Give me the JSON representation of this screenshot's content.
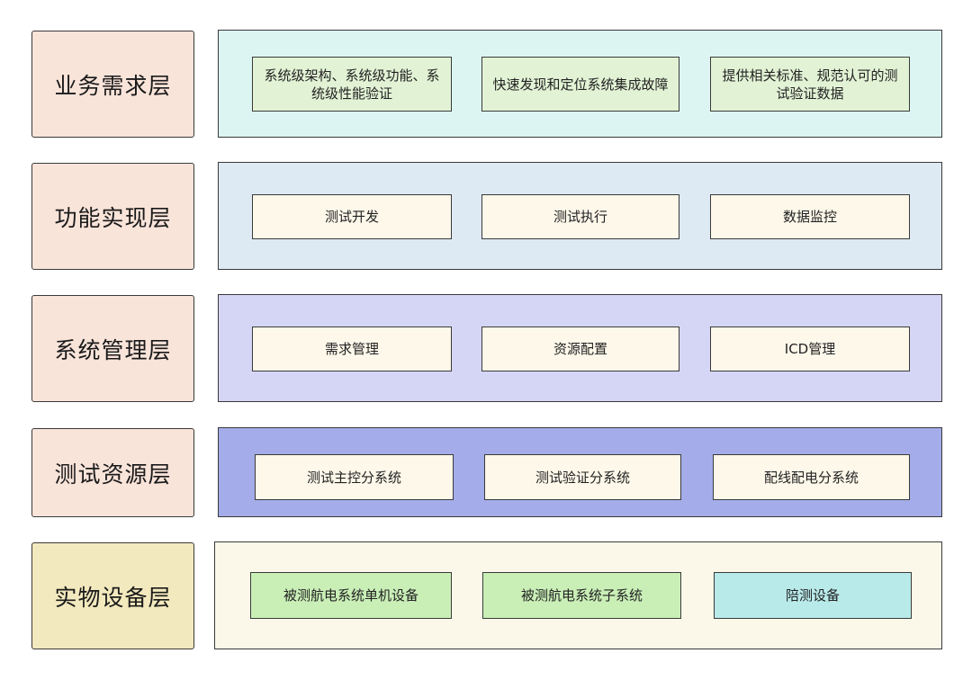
{
  "colors": {
    "label_peach": "#f9e4da",
    "label_yellow": "#f3e9be",
    "panel_business": "#dcf5f2",
    "panel_function": "#dde9f3",
    "panel_system": "#d5d6f5",
    "panel_resource": "#a4ace9",
    "panel_device": "#fcf8e9",
    "item_green": "#e2f3d5",
    "item_cream": "#fdf8ea",
    "item_lightgreen": "#c9efb7",
    "item_cyan": "#b9eaea"
  },
  "layers": [
    {
      "label": "业务需求层",
      "items": [
        "系统级架构、系统级功能、系统级性能验证",
        "快速发现和定位系统集成故障",
        "提供相关标准、规范认可的测试验证数据"
      ]
    },
    {
      "label": "功能实现层",
      "items": [
        "测试开发",
        "测试执行",
        "数据监控"
      ]
    },
    {
      "label": "系统管理层",
      "items": [
        "需求管理",
        "资源配置",
        "ICD管理"
      ]
    },
    {
      "label": "测试资源层",
      "items": [
        "测试主控分系统",
        "测试验证分系统",
        "配线配电分系统"
      ]
    },
    {
      "label": "实物设备层",
      "items": [
        "被测航电系统单机设备",
        "被测航电系统子系统",
        "陪测设备"
      ]
    }
  ]
}
